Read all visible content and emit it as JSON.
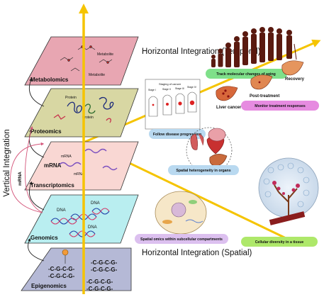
{
  "axes": {
    "vertical": "Vertical Integration",
    "temporal": "Horizontal Integration (Temporal)",
    "spatial": "Horizontal Integration (Spatial)"
  },
  "layers": {
    "metabolomics": "Metabolomics",
    "proteomics": "Proteomics",
    "transcriptomics": "Transcriptomics",
    "genomics": "Genomics",
    "epigenomics": "Epigenomics"
  },
  "molecules": {
    "metabolite": "Metabolite",
    "protein": "Protein",
    "mrna": "mRNA",
    "dna": "DNA",
    "cgcg": "-C-G-C-G-",
    "side_mrna": "mRNA"
  },
  "temporal_labels": {
    "aging": "Track molecular changes of aging",
    "liver_cancer": "Liver cancer",
    "post_treatment": "Post-treatment",
    "recovery": "Recovery",
    "treatment": "Monitor treatment responses",
    "staging_title": "Staging of cancer",
    "stage1": "Stage I",
    "stage2": "Stage II",
    "stage3": "Stage III",
    "stage4": "Stage IV",
    "progression": "Follow disease progression"
  },
  "spatial_labels": {
    "heterogeneity": "Spatial heterogeneity in organs",
    "subcellular": "Spatial omics within subcellular compartments",
    "tissue": "Cellular diversity in a tissue"
  },
  "colors": {
    "arrow": "#f5c400",
    "metabolomics": "#e8a6b2",
    "proteomics": "#d8d7a3",
    "transcriptomics": "#f9d7d3",
    "genomics": "#b9eef0",
    "epigenomics": "#b5b9d6",
    "pill_green": "#7fe08a",
    "pill_pink": "#e68be0",
    "pill_blue": "#b9d9f0",
    "pill_lavender": "#dcc0ef",
    "pill_lime": "#aee86a"
  }
}
